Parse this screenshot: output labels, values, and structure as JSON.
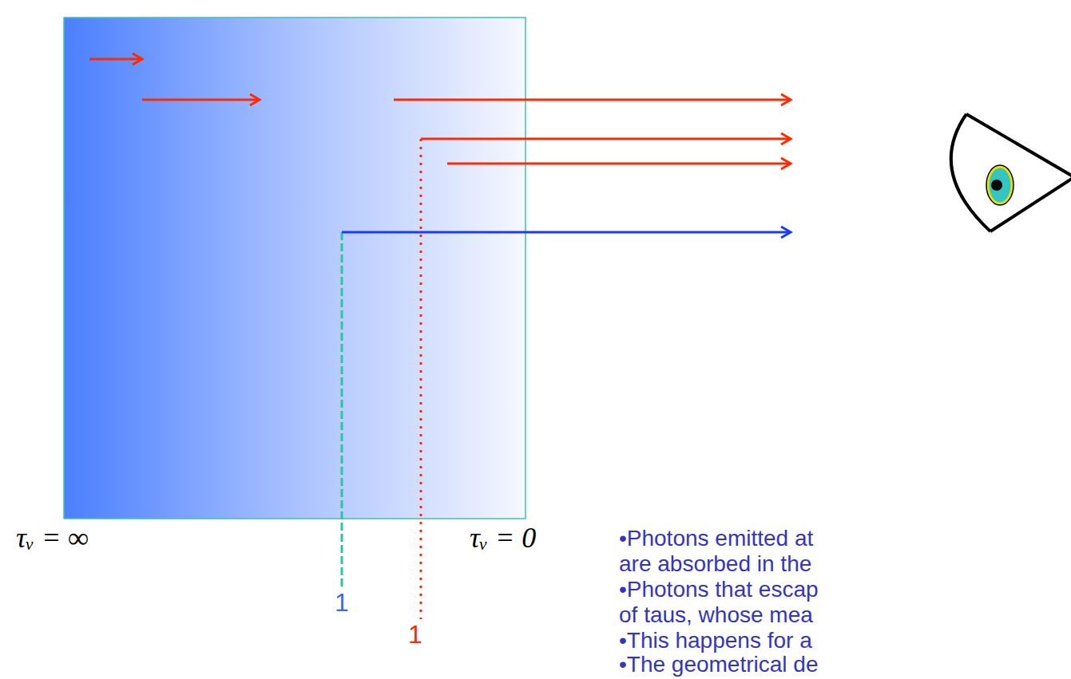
{
  "diagram": {
    "labels": [
      "τᵥ = ∞",
      "τᵥ = 0",
      "1",
      "1",
      "•Photons emitted at",
      "are absorbed in the",
      "•Photons that escap",
      "of taus, whose mea",
      "•This happens for a",
      "•The geometrical de"
    ]
  }
}
